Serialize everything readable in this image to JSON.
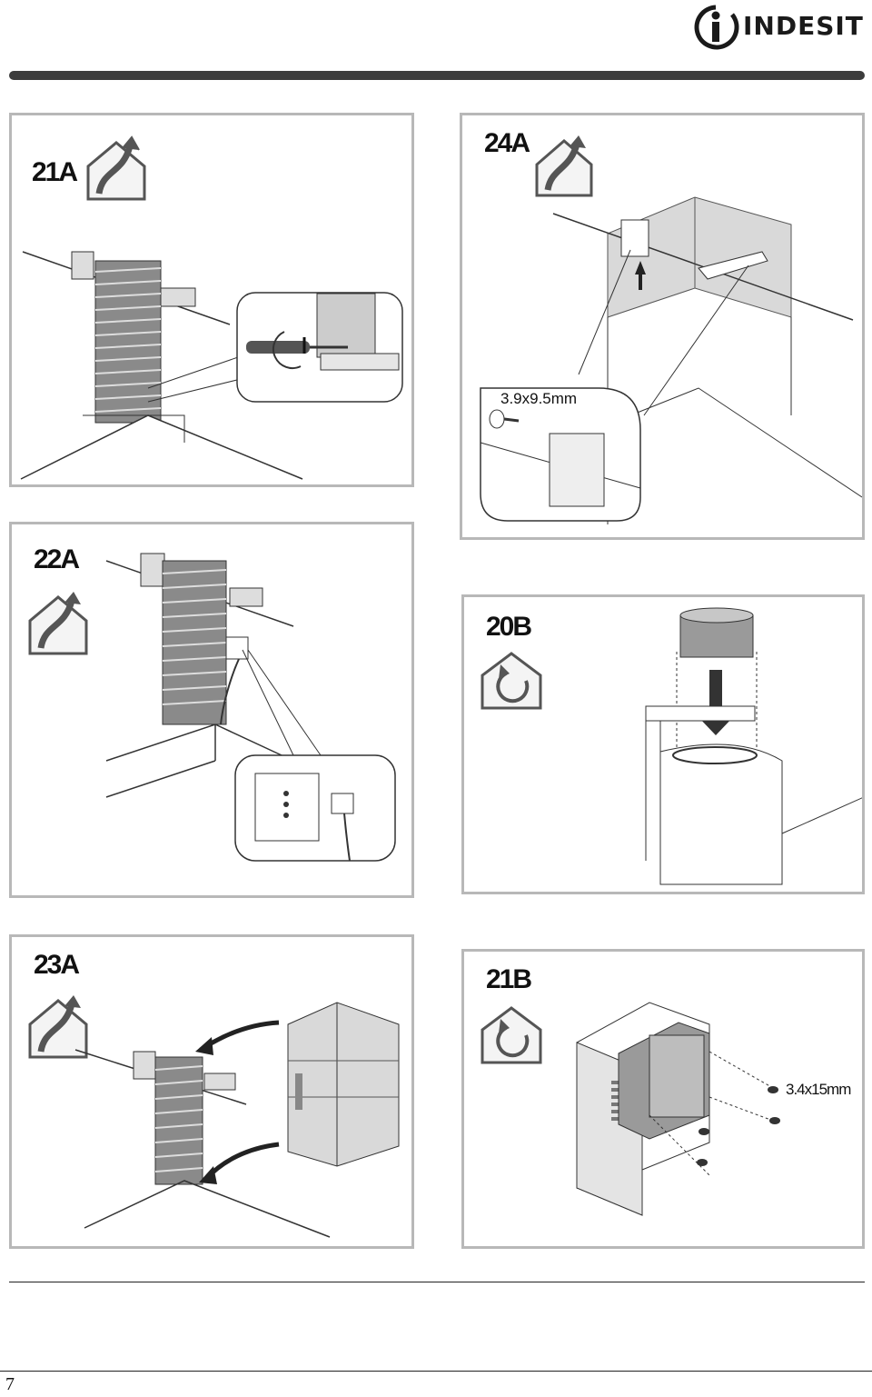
{
  "header": {
    "brand": "INDESIT"
  },
  "panels": {
    "p21A": {
      "label": "21A",
      "icon": "ducted-exhaust-house-icon"
    },
    "p24A": {
      "label": "24A",
      "icon": "ducted-exhaust-house-icon",
      "callout": "3.9x9.5mm"
    },
    "p22A": {
      "label": "22A",
      "icon": "ducted-exhaust-house-icon"
    },
    "p20B": {
      "label": "20B",
      "icon": "recirculation-house-icon"
    },
    "p23A": {
      "label": "23A",
      "icon": "ducted-exhaust-house-icon"
    },
    "p21B": {
      "label": "21B",
      "icon": "recirculation-house-icon",
      "callout": "3.4x15mm"
    }
  },
  "footer": {
    "page_number": "7"
  }
}
